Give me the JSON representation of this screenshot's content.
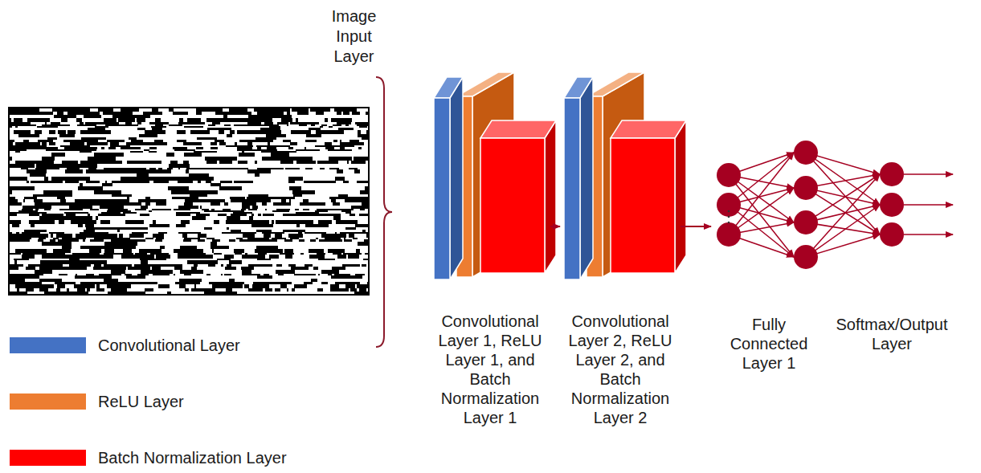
{
  "diagram": {
    "nodes": [
      {
        "text": [
          "Convolutional Layer 1, ReLU Layer 1, and Batch Normalization Layer 1"
        ]
      },
      {
        "text": [
          "Convolutional Layer 2, ReLU Layer 2, and Batch Normalization Layer 2"
        ]
      },
      {
        "text": [
          "Fully Connected Layer 1"
        ]
      },
      {
        "text": [
          "Softmax/Output Layer"
        ]
      }
    ],
    "edges": [
      {
        "from": 0,
        "to": 1,
        "arrow": "to"
      },
      {
        "from": 1,
        "to": 2,
        "arrow": "to"
      }
    ],
    "labels": [
      "Image Input Layer"
    ],
    "legend": [
      {
        "text": "Convolutional Layer",
        "color": "#4472C4"
      },
      {
        "text": "ReLU Layer",
        "color": "#ED7D31"
      },
      {
        "text": "Batch Normalization Layer",
        "color": "#FF0000"
      }
    ]
  }
}
